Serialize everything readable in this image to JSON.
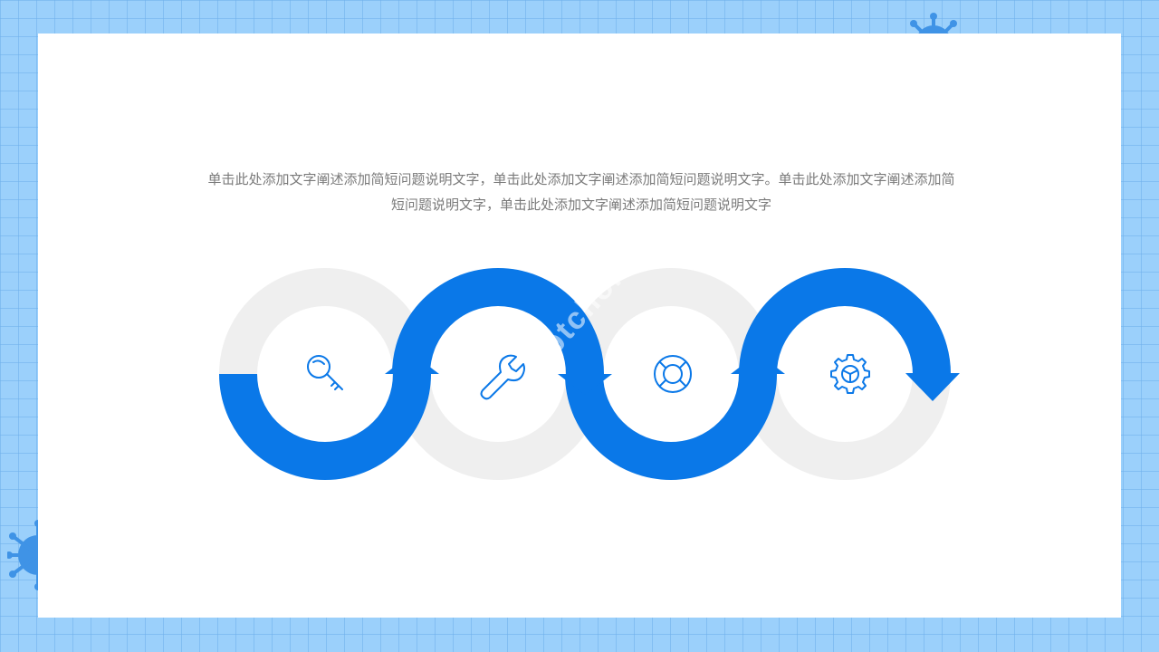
{
  "description": {
    "line1": "单击此处添加文字阐述添加简短问题说明文字，单击此处添加文字阐述添加简短问题说明文字。单击此处添加文字阐述添加简",
    "line2": "短问题说明文字，单击此处添加文字阐述添加简短问题说明文字"
  },
  "steps": [
    {
      "icon": "key-icon"
    },
    {
      "icon": "wrench-icon"
    },
    {
      "icon": "lifebuoy-icon"
    },
    {
      "icon": "gear-icon"
    }
  ],
  "watermark": "pptchoice",
  "colors": {
    "accent": "#0a78e8",
    "ring_gray": "#efefef",
    "background": "#9bd0fb",
    "text": "#7a7a7a"
  }
}
